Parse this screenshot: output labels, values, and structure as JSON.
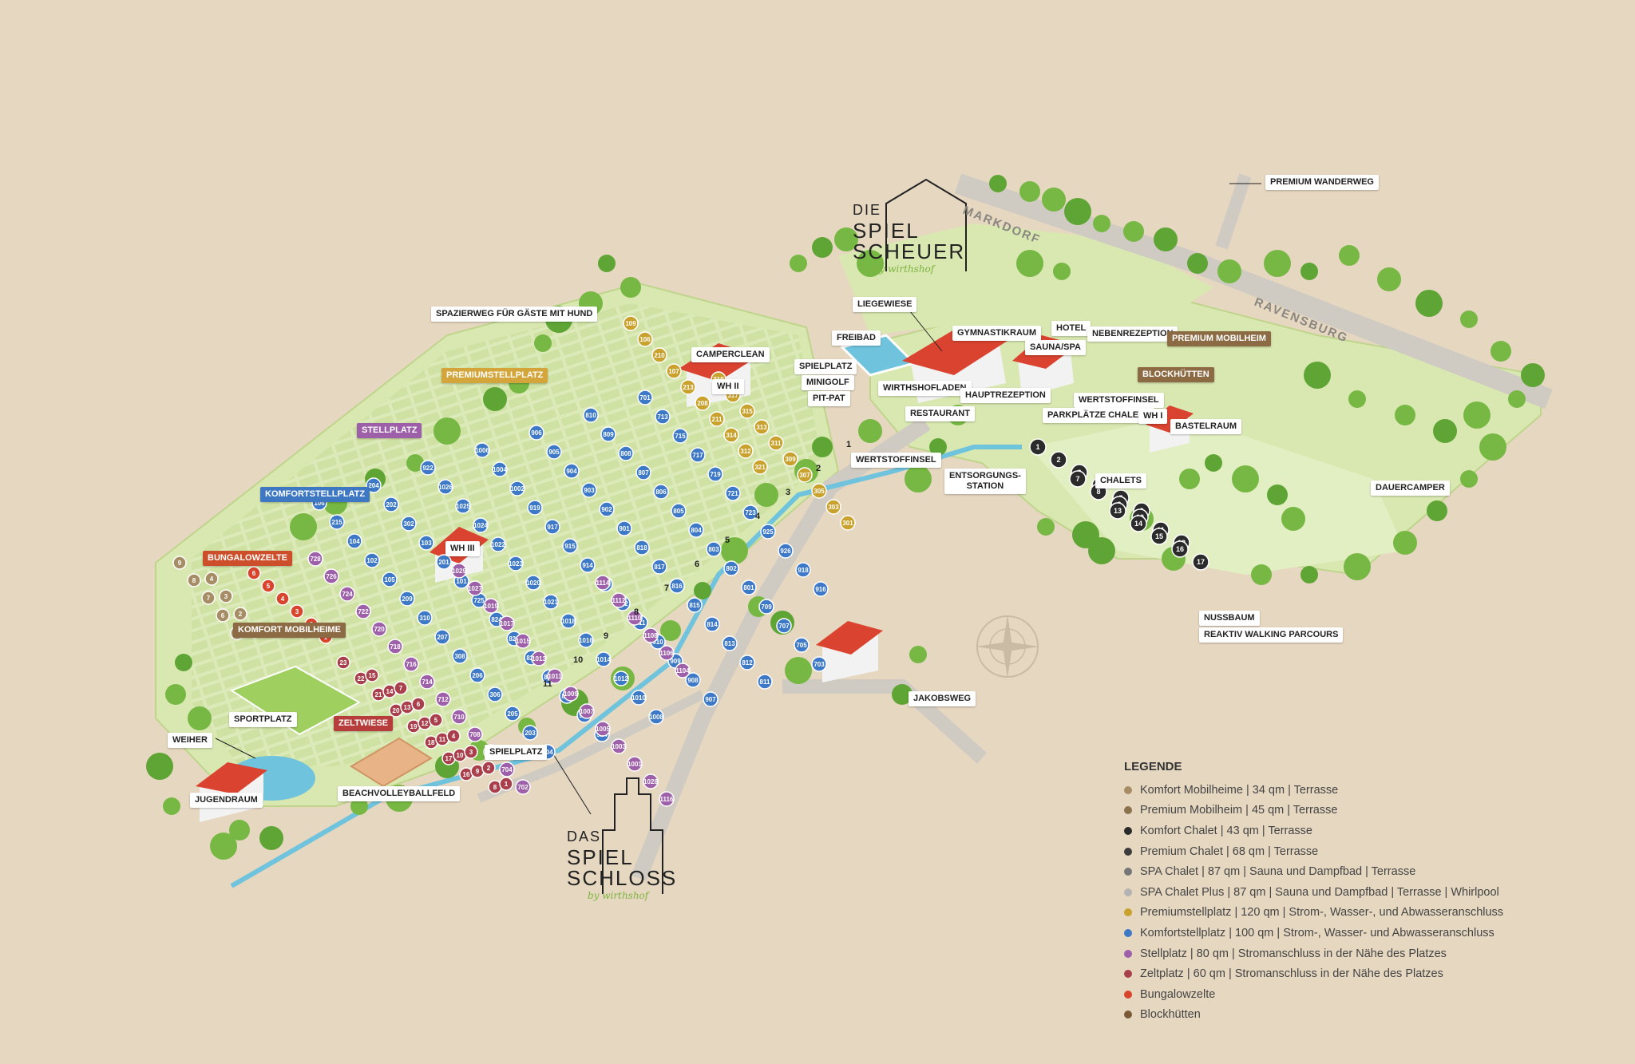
{
  "map": {
    "site_labels": [
      {
        "id": "premium-wanderweg",
        "text": "PREMIUM WANDERWEG",
        "style": "white"
      },
      {
        "id": "spazierweg",
        "text": "SPAZIERWEG FÜR GÄSTE MIT HUND",
        "style": "white"
      },
      {
        "id": "premiumstellplatz",
        "text": "PREMIUMSTELLPLATZ",
        "style": "yellow"
      },
      {
        "id": "stellplatz",
        "text": "STELLPLATZ",
        "style": "purple"
      },
      {
        "id": "komfortstellplatz",
        "text": "KOMFORTSTELLPLATZ",
        "style": "blue"
      },
      {
        "id": "bungalowzelte",
        "text": "BUNGALOWZELTE",
        "style": "orange"
      },
      {
        "id": "komfort-mobilheime",
        "text": "KOMFORT MOBILHEIME",
        "style": "brown"
      },
      {
        "id": "sportplatz",
        "text": "SPORTPLATZ",
        "style": "white"
      },
      {
        "id": "zeltwiese",
        "text": "ZELTWIESE",
        "style": "red"
      },
      {
        "id": "weiher",
        "text": "WEIHER",
        "style": "white"
      },
      {
        "id": "jugendraum",
        "text": "JUGENDRAUM",
        "style": "white"
      },
      {
        "id": "beachvolleyballfeld",
        "text": "BEACHVOLLEYBALLFELD",
        "style": "white"
      },
      {
        "id": "spielplatz-south",
        "text": "SPIELPLATZ",
        "style": "white"
      },
      {
        "id": "wh-iii",
        "text": "WH III",
        "style": "white"
      },
      {
        "id": "wh-ii",
        "text": "WH II",
        "style": "white"
      },
      {
        "id": "camperclean",
        "text": "CAMPERCLEAN",
        "style": "white"
      },
      {
        "id": "liegewiese",
        "text": "LIEGEWIESE",
        "style": "white"
      },
      {
        "id": "freibad",
        "text": "FREIBAD",
        "style": "white"
      },
      {
        "id": "spielplatz-north",
        "text": "SPIELPLATZ",
        "style": "white"
      },
      {
        "id": "minigolf",
        "text": "MINIGOLF",
        "style": "white"
      },
      {
        "id": "pit-pat",
        "text": "PIT-PAT",
        "style": "white"
      },
      {
        "id": "wirthshofladen",
        "text": "WIRTHSHOFLADEN",
        "style": "white"
      },
      {
        "id": "restaurant",
        "text": "RESTAURANT",
        "style": "white"
      },
      {
        "id": "wertstoffinsel-west",
        "text": "WERTSTOFFINSEL",
        "style": "white"
      },
      {
        "id": "gymnastikraum",
        "text": "GYMNASTIKRAUM",
        "style": "white"
      },
      {
        "id": "hauptrezeption",
        "text": "HAUPTREZEPTION",
        "style": "white"
      },
      {
        "id": "sauna-spa",
        "text": "SAUNA/SPA",
        "style": "white"
      },
      {
        "id": "hotel",
        "text": "HOTEL",
        "style": "white"
      },
      {
        "id": "nebenrezeption",
        "text": "NEBENREZEPTION",
        "style": "white"
      },
      {
        "id": "entsorgungsstation",
        "text": "ENTSORGUNGS-\nSTATION",
        "style": "white"
      },
      {
        "id": "wertstoffinsel-east",
        "text": "WERTSTOFFINSEL",
        "style": "white"
      },
      {
        "id": "parkplaetze-chalets",
        "text": "PARKPLÄTZE CHALETS",
        "style": "white"
      },
      {
        "id": "wh-i",
        "text": "WH I",
        "style": "white"
      },
      {
        "id": "bastelraum",
        "text": "BASTELRAUM",
        "style": "white"
      },
      {
        "id": "premium-mobilheim",
        "text": "PREMIUM MOBILHEIM",
        "style": "brown"
      },
      {
        "id": "blockhuetten",
        "text": "BLOCKHÜTTEN",
        "style": "brown"
      },
      {
        "id": "chalets",
        "text": "CHALETS",
        "style": "white"
      },
      {
        "id": "dauercamper",
        "text": "DAUERCAMPER",
        "style": "white"
      },
      {
        "id": "nussbaum",
        "text": "NUSSBAUM",
        "style": "white"
      },
      {
        "id": "reaktiv",
        "text": "REAKTIV WALKING PARCOURS",
        "style": "white"
      },
      {
        "id": "jakobsweg",
        "text": "JAKOBSWEG",
        "style": "white"
      }
    ],
    "road_labels": [
      {
        "id": "markdorf",
        "text": "MARKDORF"
      },
      {
        "id": "ravensburg",
        "text": "RAVENSBURG"
      }
    ],
    "brands": [
      {
        "id": "spielscheuer",
        "lines": [
          "DIE",
          "SPIEL",
          "SCHEUER"
        ],
        "sub": "by wirthshof"
      },
      {
        "id": "spielschloss",
        "lines": [
          "DAS",
          "SPIEL",
          "SCHLOSS"
        ],
        "sub": "by wirthshof"
      }
    ],
    "colors": {
      "ground": "#e6d7c0",
      "grass": "#cfe3a6",
      "path": "#d9d6cf",
      "water": "#6fc3dd",
      "tree": "#6fb13b",
      "roof": "#d9432f"
    }
  },
  "markers": {
    "premium": {
      "color": "#c9a22e",
      "numbers": [
        "109",
        "106",
        "210",
        "107",
        "213",
        "208",
        "211",
        "314",
        "312",
        "321",
        "319",
        "317",
        "315",
        "313",
        "311",
        "309",
        "307",
        "305",
        "303",
        "301"
      ]
    },
    "komfort": {
      "color": "#3d79c6",
      "numbers": [
        "106",
        "215",
        "104",
        "102",
        "105",
        "209",
        "310",
        "207",
        "308",
        "206",
        "306",
        "205",
        "203",
        "304",
        "204",
        "202",
        "302",
        "103",
        "201",
        "101",
        "725",
        "824",
        "823",
        "822",
        "821",
        "820",
        "927",
        "924",
        "922",
        "1026",
        "1025",
        "1024",
        "1022",
        "1023",
        "1020",
        "1021",
        "1018",
        "1016",
        "1014",
        "1012",
        "1010",
        "1008",
        "1006",
        "1004",
        "1002",
        "919",
        "917",
        "915",
        "914",
        "913",
        "912",
        "911",
        "910",
        "909",
        "908",
        "907",
        "906",
        "905",
        "904",
        "903",
        "902",
        "901",
        "818",
        "817",
        "816",
        "815",
        "814",
        "813",
        "812",
        "811",
        "810",
        "809",
        "808",
        "807",
        "806",
        "805",
        "804",
        "803",
        "802",
        "801",
        "709",
        "707",
        "705",
        "703",
        "701",
        "713",
        "715",
        "717",
        "719",
        "721",
        "723",
        "925",
        "926",
        "918",
        "916"
      ]
    },
    "stell": {
      "color": "#9d60a9",
      "numbers": [
        "728",
        "726",
        "724",
        "722",
        "720",
        "718",
        "716",
        "714",
        "712",
        "710",
        "708",
        "706",
        "704",
        "702",
        "1029",
        "1027",
        "1019",
        "1017",
        "1015",
        "1013",
        "1011",
        "1009",
        "1007",
        "1005",
        "1003",
        "1001",
        "1028",
        "1116",
        "1114",
        "1112",
        "1110",
        "1108",
        "1106",
        "1104"
      ]
    },
    "zelt": {
      "color": "#a93f4b",
      "numbers": [
        "23",
        "22",
        "21",
        "20",
        "19",
        "18",
        "17",
        "16",
        "15",
        "14",
        "13",
        "12",
        "11",
        "10",
        "9",
        "8",
        "7",
        "6",
        "5",
        "4",
        "3",
        "2",
        "1"
      ]
    },
    "bungalow": {
      "color": "#d9452c",
      "numbers": [
        "6",
        "5",
        "4",
        "3",
        "2",
        "1"
      ]
    },
    "komfort-mobil": {
      "color": "#a68d66",
      "numbers": [
        "9",
        "8",
        "7",
        "6",
        "5",
        "4",
        "3",
        "2",
        "1"
      ]
    },
    "chalet": {
      "color": "#2b2b2b",
      "numbers": [
        "1",
        "2",
        "3",
        "4",
        "5",
        "6",
        "7",
        "8",
        "9",
        "10",
        "11",
        "12",
        "13",
        "14",
        "15",
        "16",
        "17"
      ]
    },
    "row_numbers": [
      "1",
      "2",
      "3",
      "4",
      "5",
      "6",
      "7",
      "8",
      "9",
      "10",
      "11"
    ]
  },
  "legend": {
    "title": "LEGENDE",
    "items": [
      {
        "color": "#a68d66",
        "text": "Komfort Mobilheime | 34 qm | Terrasse"
      },
      {
        "color": "#8b7350",
        "text": "Premium Mobilheim | 45 qm | Terrasse"
      },
      {
        "color": "#2b2b2b",
        "text": "Komfort Chalet | 43 qm | Terrasse"
      },
      {
        "color": "#3d3d3d",
        "text": "Premium Chalet | 68 qm | Terrasse"
      },
      {
        "color": "#777777",
        "text": "SPA Chalet | 87 qm | Sauna und Dampfbad | Terrasse"
      },
      {
        "color": "#b3b3b3",
        "text": "SPA Chalet Plus | 87 qm | Sauna und Dampfbad | Terrasse | Whirlpool"
      },
      {
        "color": "#c9a22e",
        "text": "Premiumstellplatz | 120 qm | Strom-, Wasser-, und Abwasseranschluss"
      },
      {
        "color": "#3d79c6",
        "text": "Komfortstellplatz | 100 qm | Strom-, Wasser- und Abwasseranschluss"
      },
      {
        "color": "#9d60a9",
        "text": "Stellplatz | 80 qm | Stromanschluss in der Nähe des Platzes"
      },
      {
        "color": "#a93f4b",
        "text": "Zeltplatz | 60 qm | Stromanschluss in der Nähe des Platzes"
      },
      {
        "color": "#d9452c",
        "text": "Bungalowzelte"
      },
      {
        "color": "#7a5a36",
        "text": "Blockhütten"
      }
    ]
  }
}
